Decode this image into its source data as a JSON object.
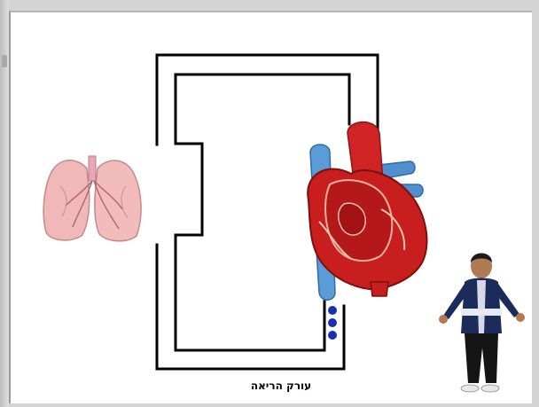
{
  "game": {
    "caption": "עורק הריאה",
    "sprites": {
      "lungs": "lungs-image",
      "heart": "heart-image",
      "player": "boy-character",
      "blood_dots": "blood-cells"
    },
    "colors": {
      "maze_wall": "#000000",
      "background": "#ffffff",
      "blood_cell": "#1a2fb0",
      "heart_red": "#c41e1e",
      "vein_blue": "#4a8fd0"
    }
  }
}
